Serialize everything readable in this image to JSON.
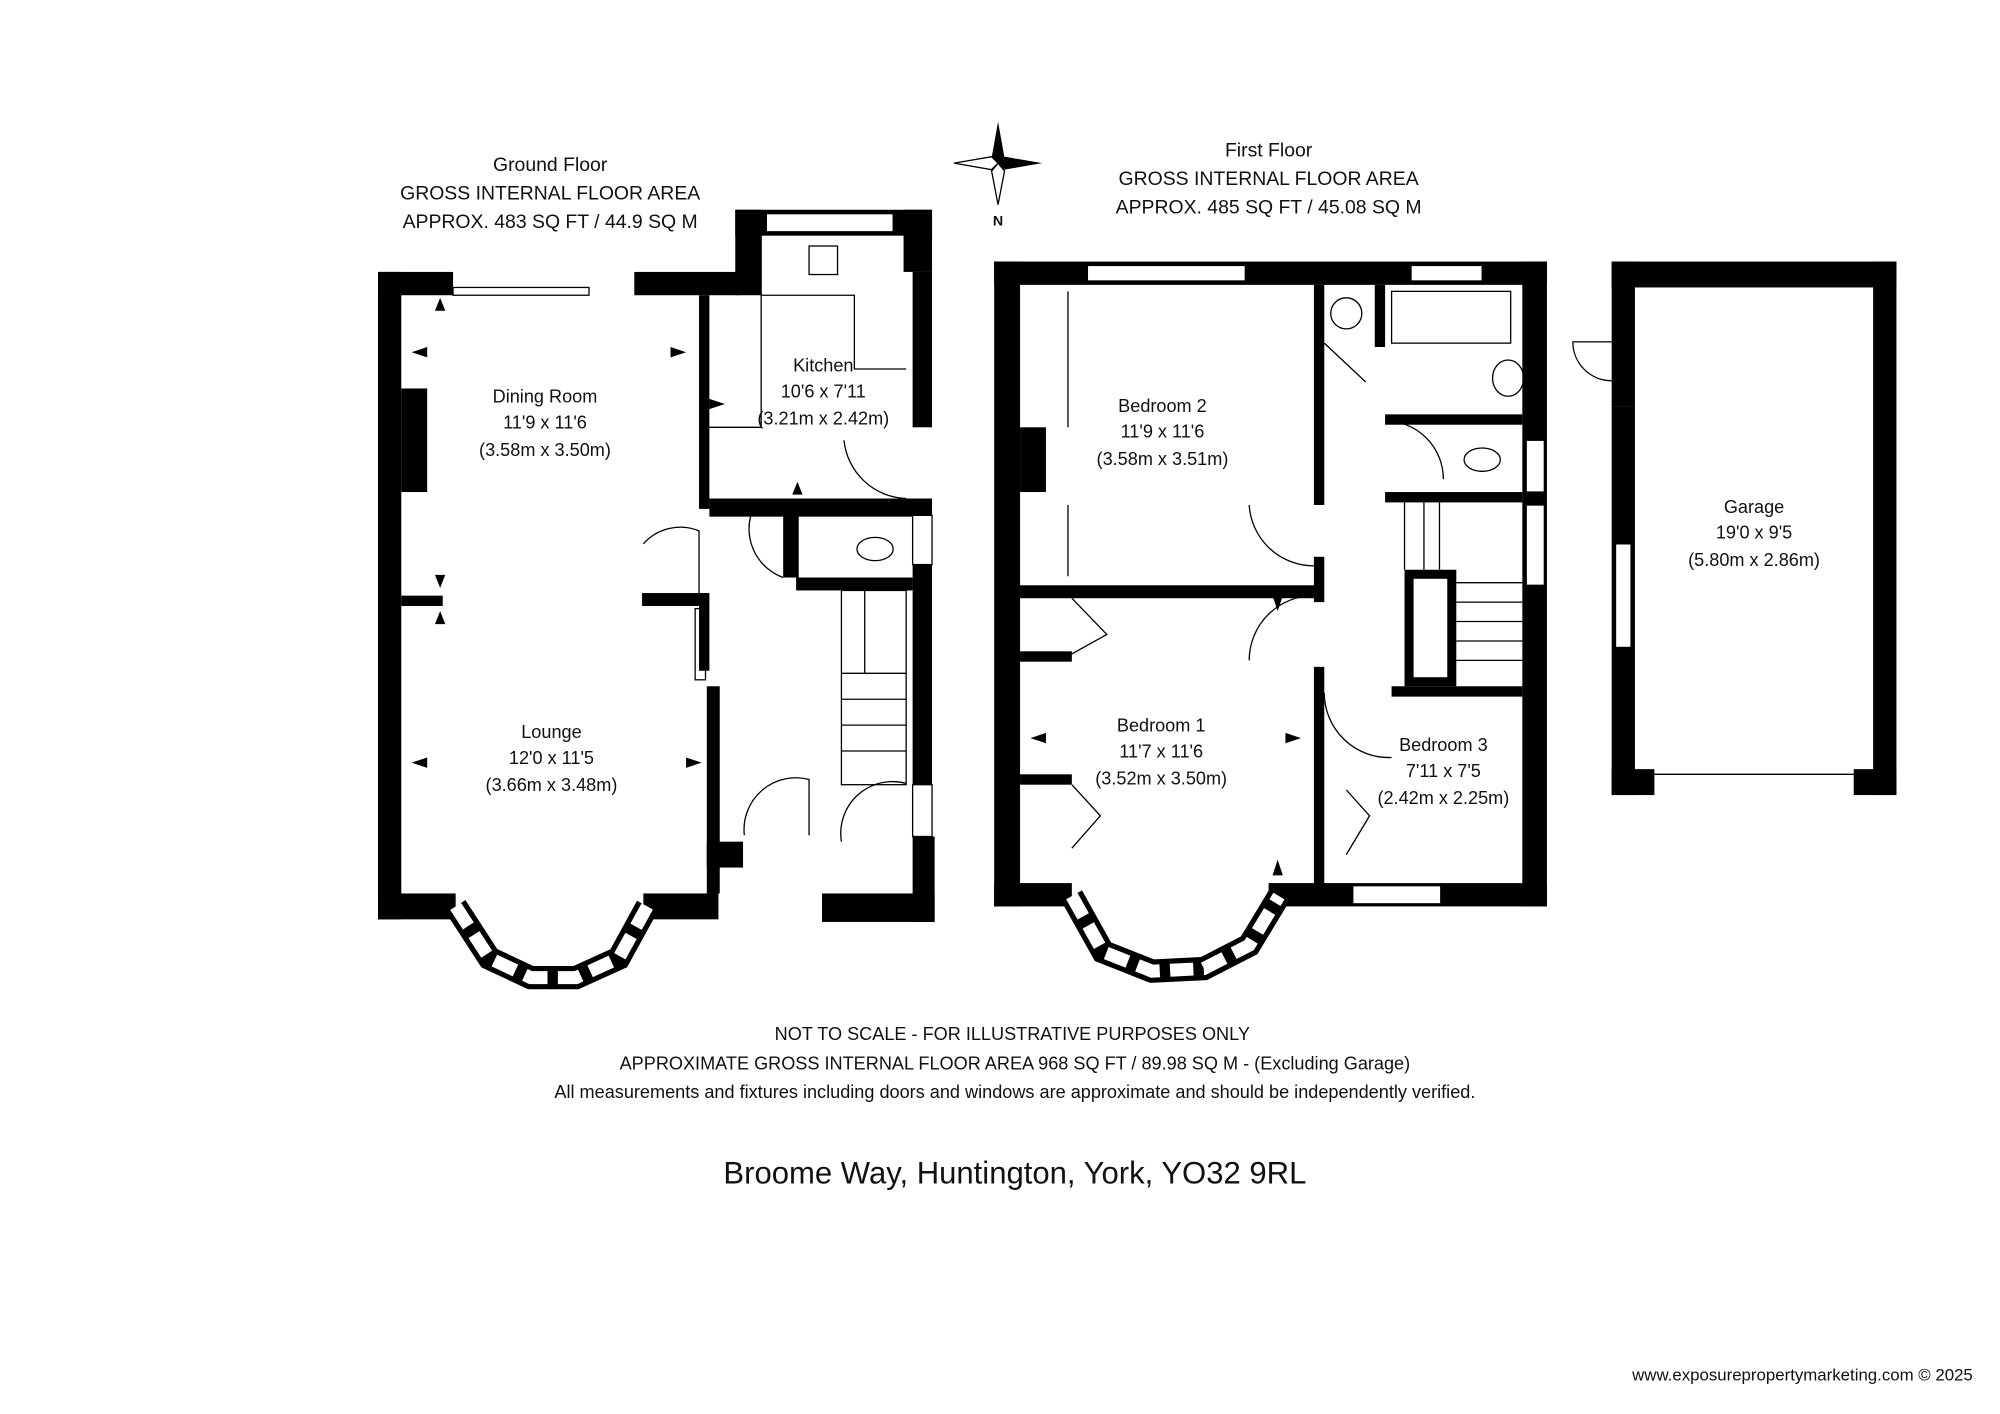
{
  "ground_floor": {
    "title": "Ground Floor",
    "area_label": "GROSS INTERNAL FLOOR AREA",
    "area": "APPROX. 483 SQ FT / 44.9 SQ M",
    "rooms": [
      {
        "name": "Dining Room",
        "imperial": "11'9 x 11'6",
        "metric": "(3.58m x 3.50m)"
      },
      {
        "name": "Kitchen",
        "imperial": "10'6 x 7'11",
        "metric": "(3.21m x 2.42m)"
      },
      {
        "name": "Lounge",
        "imperial": "12'0 x 11'5",
        "metric": "(3.66m x 3.48m)"
      }
    ]
  },
  "first_floor": {
    "title": "First Floor",
    "area_label": "GROSS INTERNAL FLOOR AREA",
    "area": "APPROX. 485 SQ FT / 45.08 SQ M",
    "rooms": [
      {
        "name": "Bedroom 2",
        "imperial": "11'9 x 11'6",
        "metric": "(3.58m x 3.51m)"
      },
      {
        "name": "Bedroom 1",
        "imperial": "11'7 x 11'6",
        "metric": "(3.52m x 3.50m)"
      },
      {
        "name": "Bedroom 3",
        "imperial": "7'11 x 7'5",
        "metric": "(2.42m x 2.25m)"
      }
    ]
  },
  "garage": {
    "name": "Garage",
    "imperial": "19'0 x 9'5",
    "metric": "(5.80m x 2.86m)"
  },
  "compass": {
    "north_label": "N"
  },
  "notes": {
    "line1": "NOT TO SCALE - FOR ILLUSTRATIVE PURPOSES ONLY",
    "line2": "APPROXIMATE GROSS INTERNAL FLOOR AREA 968 SQ FT / 89.98 SQ M - (Excluding Garage)",
    "line3": "All measurements and fixtures including doors and windows are approximate and should be independently verified."
  },
  "address": "Broome Way, Huntington, York, YO32 9RL",
  "credit": "www.exposurepropertymarketing.com © 2025"
}
